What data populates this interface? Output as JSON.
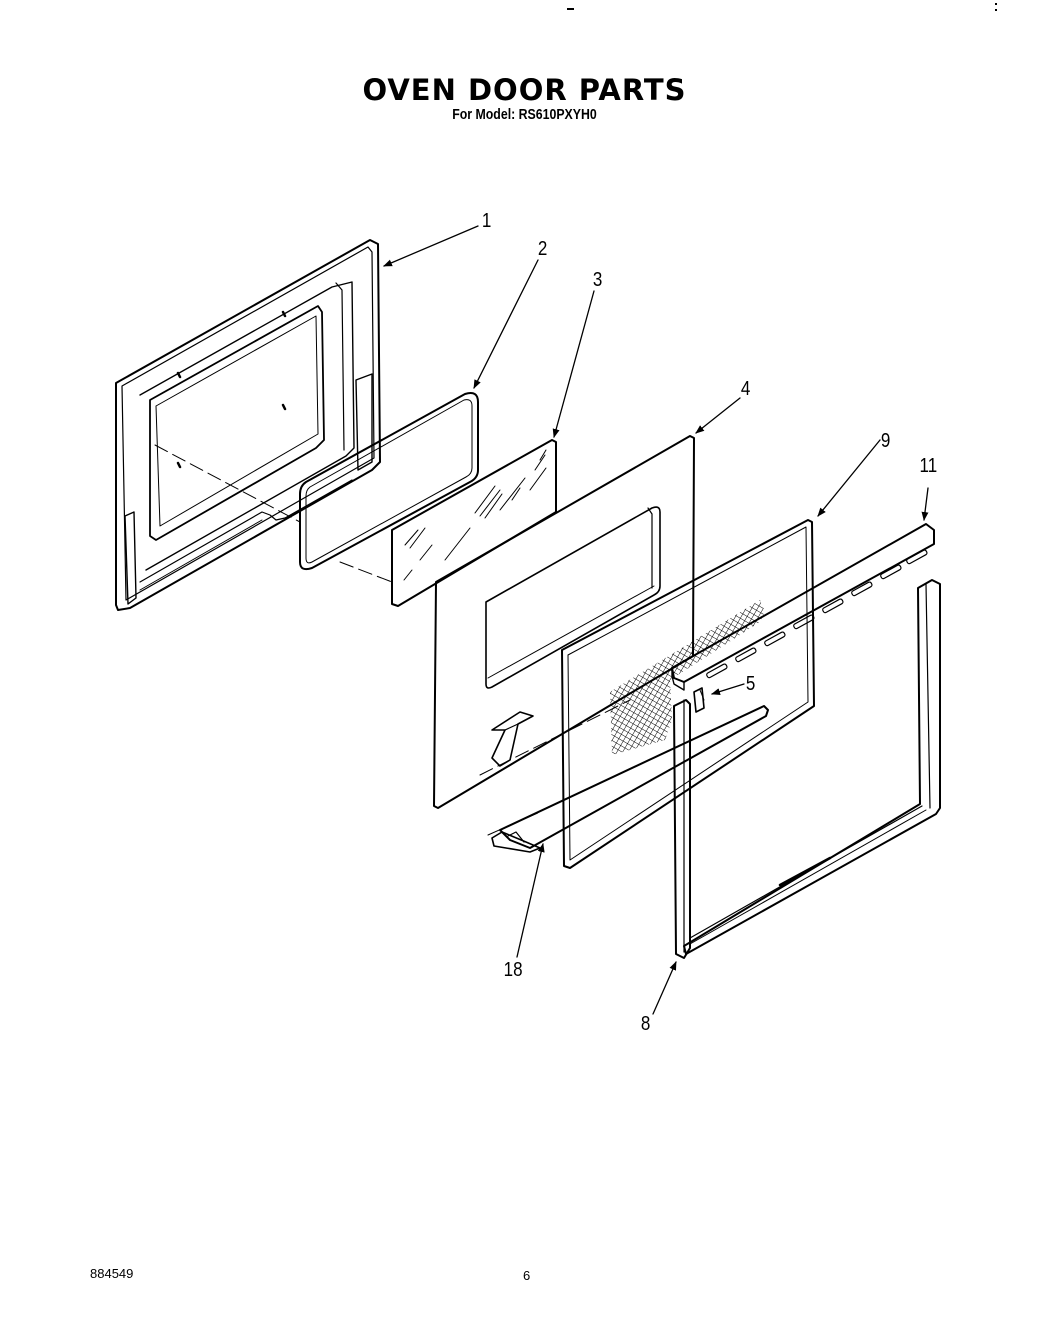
{
  "header": {
    "title": "OVEN DOOR PARTS",
    "model_line": "For Model: RS610PXYH0"
  },
  "diagram": {
    "description": "Exploded view of oven door assembly",
    "callouts": [
      {
        "id": "1",
        "label": "1",
        "part": "outer door panel"
      },
      {
        "id": "2",
        "label": "2",
        "part": "window gasket"
      },
      {
        "id": "3",
        "label": "3",
        "part": "window glass"
      },
      {
        "id": "4",
        "label": "4",
        "part": "inner door liner"
      },
      {
        "id": "9",
        "label": "9",
        "part": "door panel with mesh screen"
      },
      {
        "id": "11",
        "label": "11",
        "part": "top vent trim"
      },
      {
        "id": "5",
        "label": "5",
        "part": "bracket"
      },
      {
        "id": "18",
        "label": "18",
        "part": "door handle"
      },
      {
        "id": "8",
        "label": "8",
        "part": "door frame"
      }
    ]
  },
  "footer": {
    "doc_number": "884549",
    "page_number": "6"
  }
}
